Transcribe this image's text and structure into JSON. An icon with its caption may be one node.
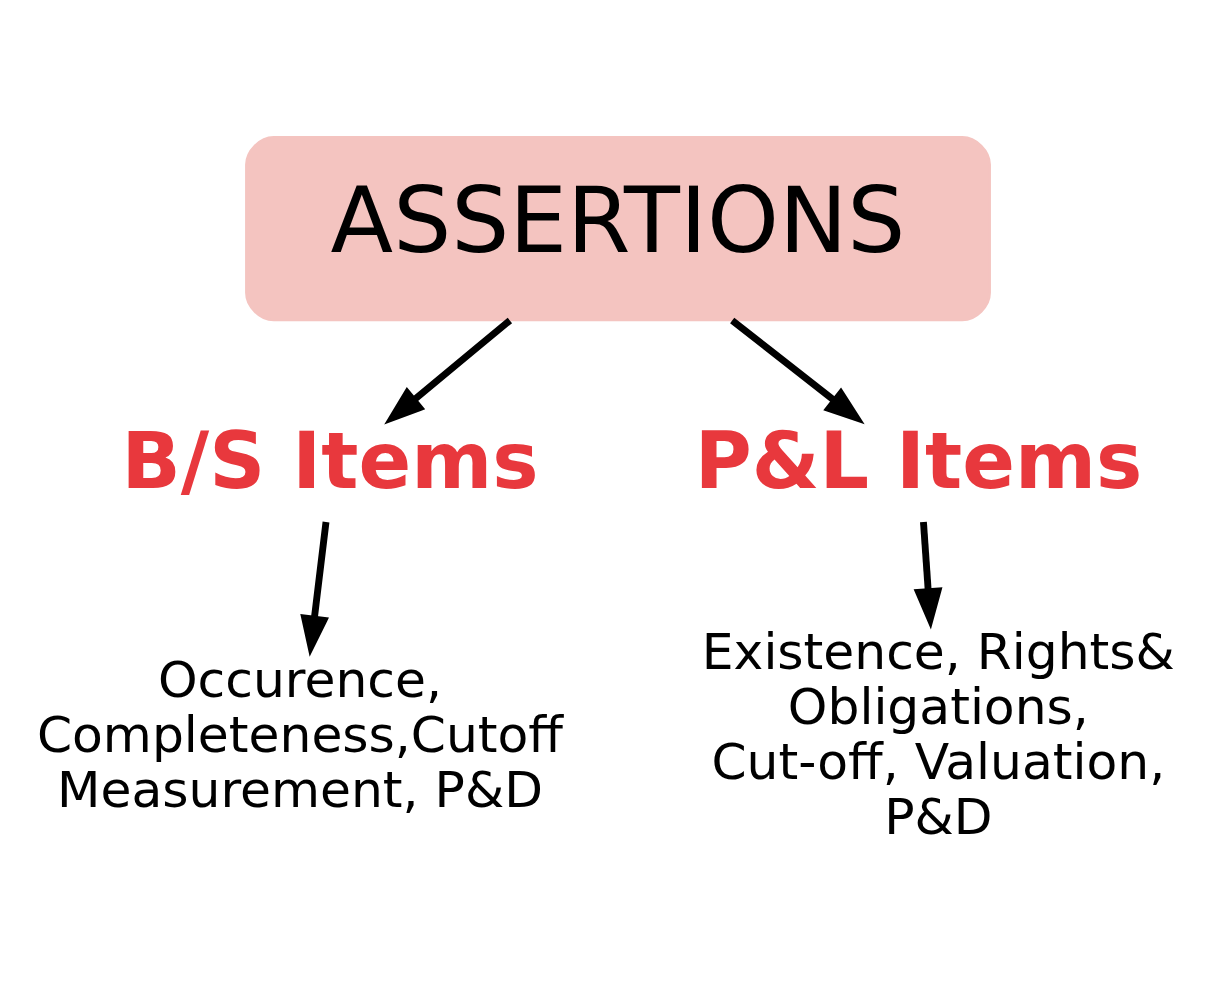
{
  "diagram": {
    "nodes": [
      {
        "text": [
          "ASSERTIONS"
        ]
      },
      {
        "text": [
          "B/S Items"
        ]
      },
      {
        "text": [
          "P&L Items"
        ]
      },
      {
        "text": [
          "Occurence, Completeness,Cutoff Measurement, P&D"
        ]
      },
      {
        "text": [
          "Existence, Rights& Obligations, Cut-off, Valuation, P&D"
        ]
      }
    ],
    "edges": [
      {
        "from": 0,
        "to": 1,
        "arrow": "to"
      },
      {
        "from": 0,
        "to": 2,
        "arrow": "to"
      },
      {
        "from": 1,
        "to": 3,
        "arrow": "to"
      },
      {
        "from": 2,
        "to": 4,
        "arrow": "to"
      }
    ]
  }
}
